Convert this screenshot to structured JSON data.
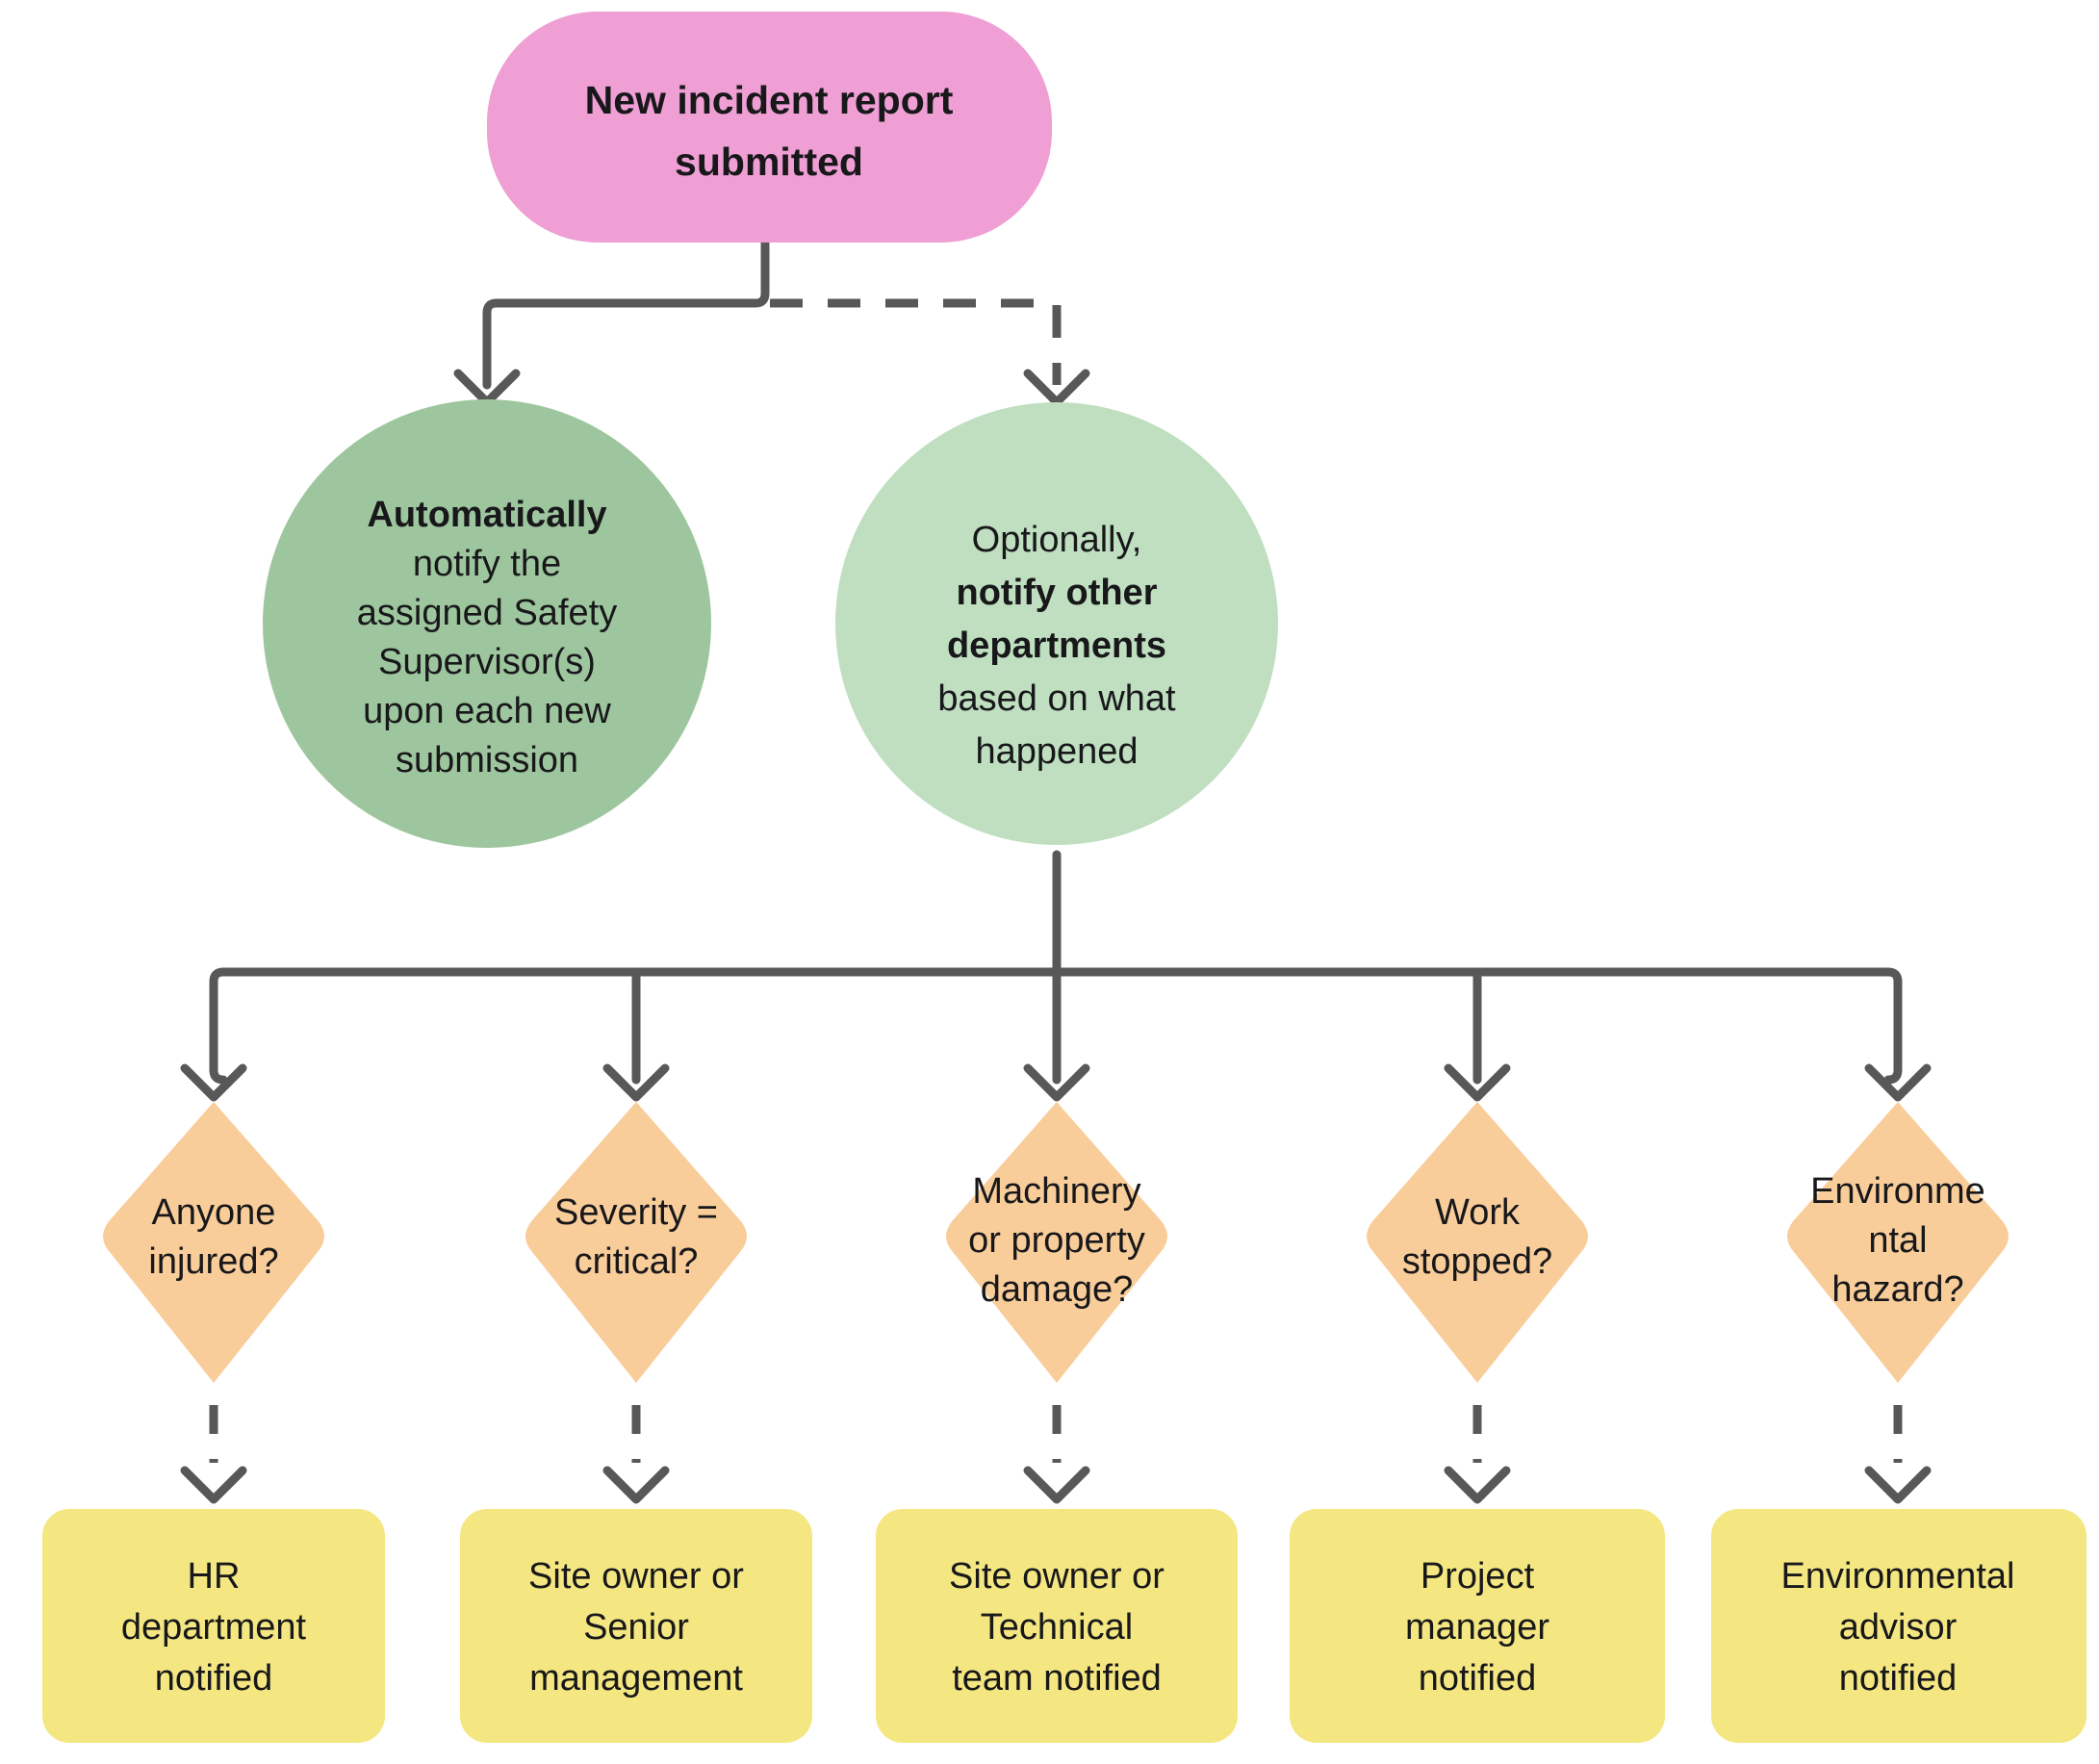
{
  "diagram": {
    "type": "flowchart",
    "title": "Incident report notification flow",
    "background": "#ffffff",
    "connector_color": "#585858"
  },
  "colors": {
    "start_fill": "#ef9fd4",
    "circle_dark_fill": "#9ec69e",
    "circle_light_fill": "#bfdfc0",
    "diamond_fill": "#f9cd9a",
    "box_fill": "#f4e781",
    "text": "#18181b"
  },
  "start_node": {
    "shape": "rounded-rect",
    "lines": [
      "New incident report",
      "submitted"
    ]
  },
  "branch_nodes": [
    {
      "id": "auto-notify",
      "shape": "circle",
      "fill_key": "circle_dark_fill",
      "lines": [
        {
          "text": "Automatically",
          "bold": true
        },
        {
          "text": "notify the",
          "bold": false
        },
        {
          "text": "assigned Safety",
          "bold": false
        },
        {
          "text": "Supervisor(s)",
          "bold": false
        },
        {
          "text": "upon each new",
          "bold": false
        },
        {
          "text": "submission",
          "bold": false
        }
      ]
    },
    {
      "id": "optional-notify",
      "shape": "circle",
      "fill_key": "circle_light_fill",
      "lines": [
        {
          "text": "Optionally,",
          "bold": false
        },
        {
          "text": "notify other",
          "bold": true
        },
        {
          "text": "departments",
          "bold": true
        },
        {
          "text": "based on what",
          "bold": false
        },
        {
          "text": "happened",
          "bold": false
        }
      ]
    }
  ],
  "decisions": [
    {
      "id": "injury",
      "lines": [
        "Anyone",
        "injured?"
      ]
    },
    {
      "id": "severity",
      "lines": [
        "Severity =",
        "critical?"
      ]
    },
    {
      "id": "damage",
      "lines": [
        "Machinery",
        "or property",
        "damage?"
      ]
    },
    {
      "id": "work-stopped",
      "lines": [
        "Work",
        "stopped?"
      ]
    },
    {
      "id": "env-hazard",
      "lines": [
        "Environme",
        "ntal",
        "hazard?"
      ]
    }
  ],
  "outcomes": [
    {
      "id": "hr",
      "lines": [
        "HR",
        "department",
        "notified"
      ]
    },
    {
      "id": "senior-mgmt",
      "lines": [
        "Site owner or",
        "Senior",
        "management"
      ]
    },
    {
      "id": "technical",
      "lines": [
        "Site owner or",
        "Technical",
        "team notified"
      ]
    },
    {
      "id": "project-manager",
      "lines": [
        "Project",
        "manager",
        "notified"
      ]
    },
    {
      "id": "env-advisor",
      "lines": [
        "Environmental",
        "advisor",
        "notified"
      ]
    }
  ]
}
